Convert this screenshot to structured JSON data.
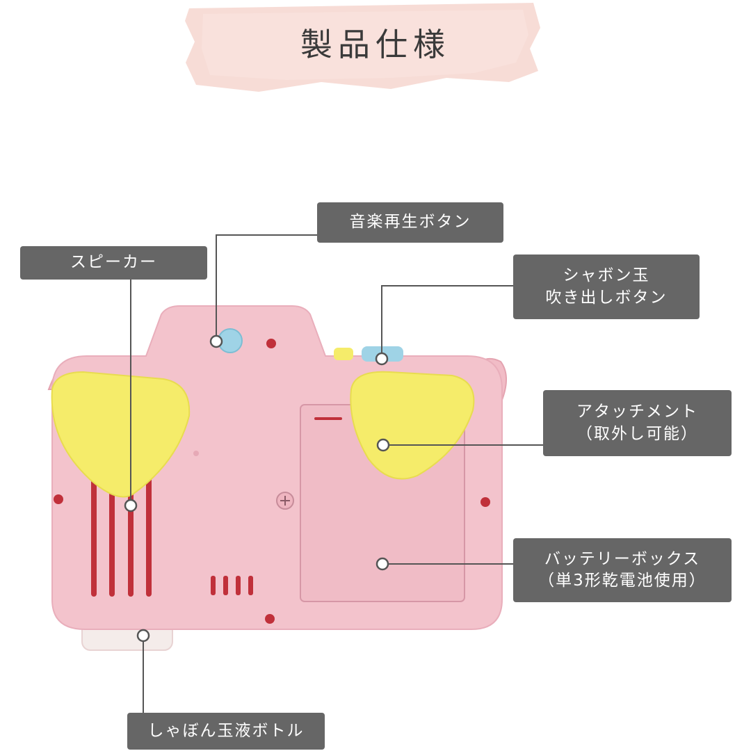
{
  "title": "製品仕様",
  "labels": {
    "music_button": "音楽再生ボタン",
    "speaker": "スピーカー",
    "bubble_button_line1": "シャボン玉",
    "bubble_button_line2": "吹き出しボタン",
    "attachment_line1": "アタッチメント",
    "attachment_line2": "（取外し可能）",
    "battery_box_line1": "バッテリーボックス",
    "battery_box_line2": "（単3形乾電池使用）",
    "bottle": "しゃぼん玉液ボトル"
  },
  "colors": {
    "label_bg": "#666666",
    "camera_body": "#f3c3cc",
    "attachment": "#f5ec6a",
    "button": "#9fd3e6",
    "title_brush": "#f6d8d2"
  }
}
